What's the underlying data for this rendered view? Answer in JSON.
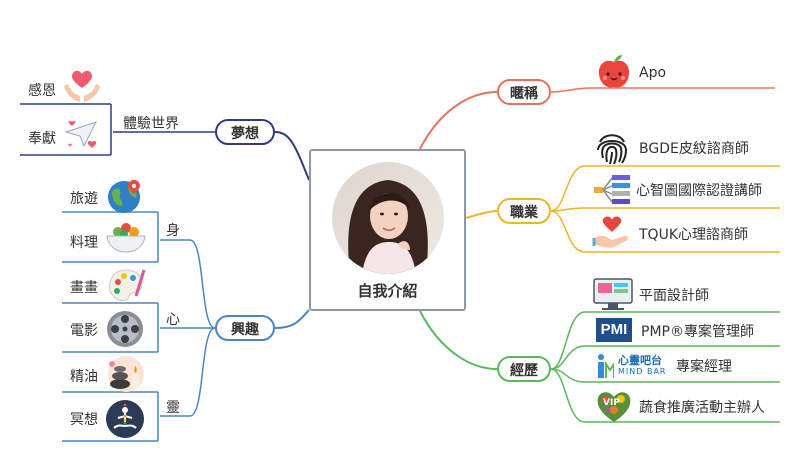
{
  "center": {
    "title": "自我介紹"
  },
  "branches": {
    "nickname": {
      "label": "暱稱",
      "color": "#e8735a",
      "items": [
        "Apo"
      ]
    },
    "career": {
      "label": "職業",
      "color": "#f0b429",
      "items": [
        "BGDE皮紋諮商師",
        "心智圖國際認證講師",
        "TQUK心理諮商師"
      ]
    },
    "experience": {
      "label": "經歷",
      "color": "#5cb85c",
      "items": [
        "平面設計師",
        "PMP®專案管理師",
        "專案經理",
        "蔬食推廣活動主辦人"
      ],
      "logo_texts": {
        "pmi": "PMI",
        "mindbar_cn": "心靈吧台",
        "mindbar_en": "MIND BAR",
        "veg": "VIP"
      }
    },
    "dream": {
      "label": "夢想",
      "color": "#2e3a87",
      "sub": "體驗世界",
      "items": [
        "感恩",
        "奉獻"
      ]
    },
    "interest": {
      "label": "興趣",
      "color": "#4a86c5",
      "groups": [
        {
          "label": "身",
          "items": [
            "旅遊",
            "料理"
          ]
        },
        {
          "label": "心",
          "items": [
            "畫畫",
            "電影"
          ]
        },
        {
          "label": "靈",
          "items": [
            "精油",
            "冥想"
          ]
        }
      ]
    }
  }
}
